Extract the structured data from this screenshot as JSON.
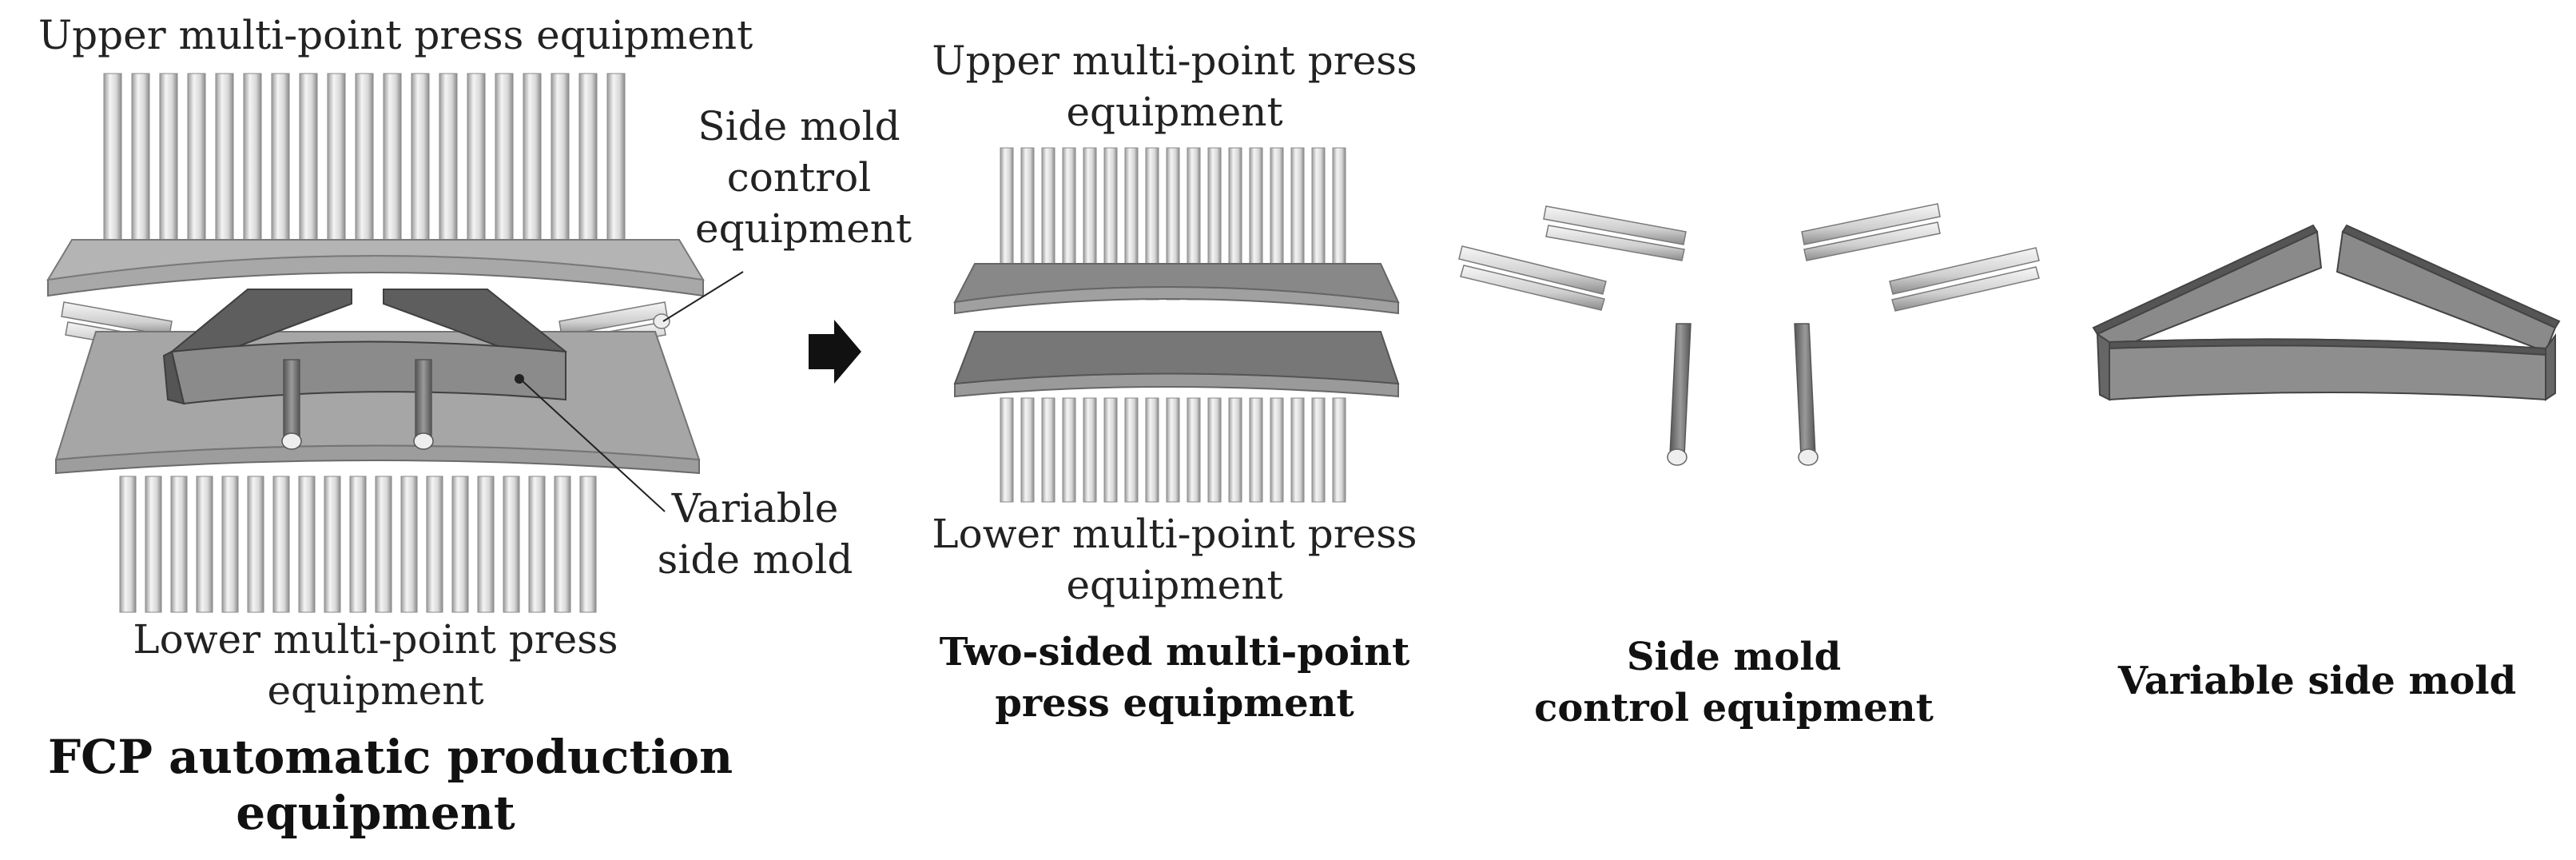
{
  "panel1": {
    "upper_label": "Upper multi-point press equipment",
    "side_control_label": [
      "Side mold",
      "control",
      "equipment"
    ],
    "variable_label": [
      "Variable",
      "side mold"
    ],
    "lower_label": [
      "Lower multi-point press",
      "equipment"
    ],
    "caption": [
      "FCP automatic production",
      "equipment"
    ]
  },
  "arrow_icon": "right-arrow-icon",
  "panel2": {
    "upper_label": [
      "Upper multi-point press",
      "equipment"
    ],
    "lower_label": [
      "Lower multi-point press",
      "equipment"
    ],
    "caption": [
      "Two-sided multi-point",
      "press equipment"
    ]
  },
  "panel3": {
    "caption": [
      "Side mold",
      "control equipment"
    ]
  },
  "panel4": {
    "caption": [
      "Variable side mold"
    ]
  }
}
